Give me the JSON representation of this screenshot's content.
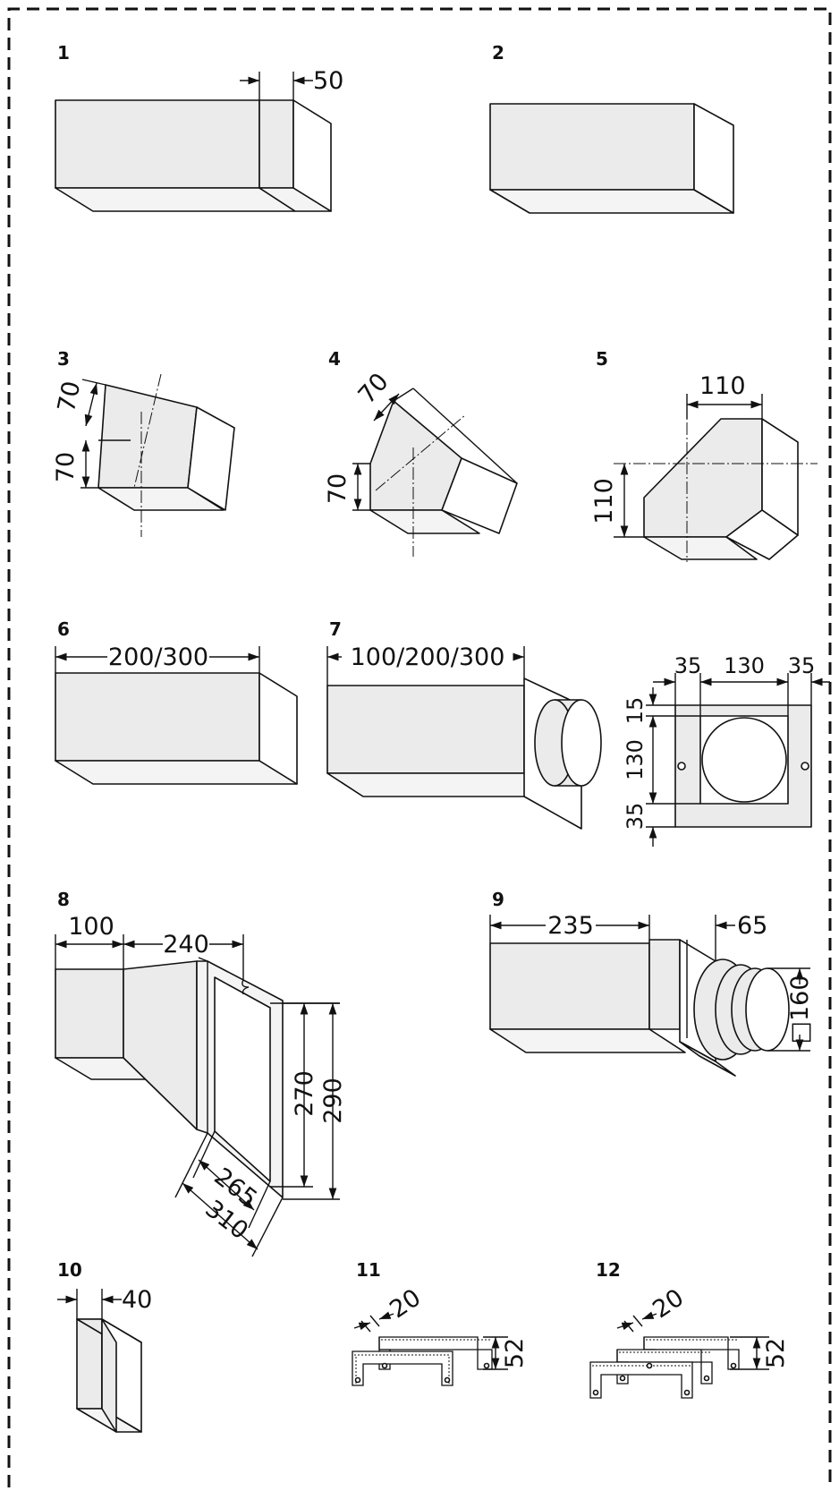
{
  "items": [
    {
      "number": "1",
      "dims": [
        "50"
      ]
    },
    {
      "number": "2",
      "dims": []
    },
    {
      "number": "3",
      "dims": [
        "70",
        "70"
      ]
    },
    {
      "number": "4",
      "dims": [
        "70",
        "70"
      ]
    },
    {
      "number": "5",
      "dims": [
        "110",
        "110"
      ]
    },
    {
      "number": "6",
      "dims": [
        "200/300"
      ]
    },
    {
      "number": "7",
      "dims": [
        "100/200/300"
      ],
      "plate_dims": [
        "35",
        "130",
        "35",
        "15",
        "130",
        "35"
      ]
    },
    {
      "number": "8",
      "dims": [
        "100",
        "240",
        "270",
        "290",
        "265",
        "310"
      ]
    },
    {
      "number": "9",
      "dims": [
        "235",
        "65",
        "□160"
      ]
    },
    {
      "number": "10",
      "dims": [
        "40"
      ]
    },
    {
      "number": "11",
      "dims": [
        "20",
        "52"
      ]
    },
    {
      "number": "12",
      "dims": [
        "20",
        "52"
      ]
    }
  ]
}
